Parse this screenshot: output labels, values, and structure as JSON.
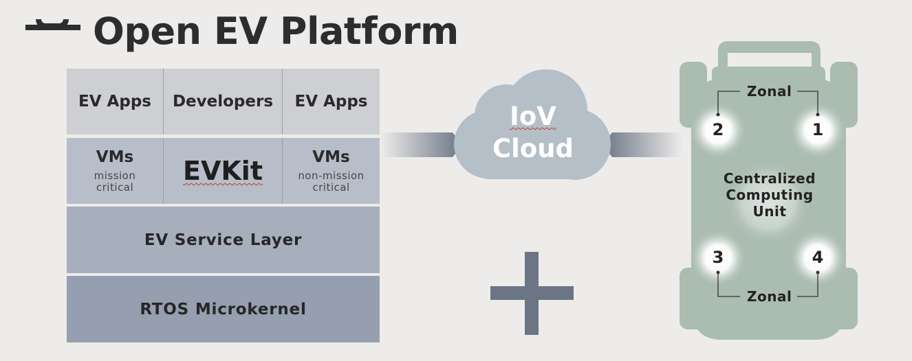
{
  "title": "Open EV Platform",
  "stack": {
    "row1": [
      "EV Apps",
      "Developers",
      "EV Apps"
    ],
    "row2": {
      "left_title": "VMs",
      "left_sub_1": "mission",
      "left_sub_2": "critical",
      "center": "EVKit",
      "right_title": "VMs",
      "right_sub_1": "non-mission",
      "right_sub_2": "critical"
    },
    "service_layer": "EV Service Layer",
    "microkernel": "RTOS Microkernel"
  },
  "cloud": {
    "line1": "IoV",
    "line2": "Cloud"
  },
  "vehicle": {
    "zone_top": "Zonal",
    "zone_bottom": "Zonal",
    "nodes": [
      "2",
      "1",
      "3",
      "4"
    ],
    "ccu_line1": "Centralized",
    "ccu_line2": "Computing",
    "ccu_line3": "Unit"
  },
  "colors": {
    "background": "#edecea",
    "cloud": "#b4bfc8",
    "connector": "#6b7585",
    "car_body": "#abbcb1",
    "stack_row1": "#cdcfd2",
    "stack_row2": "#b7bec9",
    "stack_row3": "#a7afbd",
    "stack_row4": "#959faf"
  }
}
